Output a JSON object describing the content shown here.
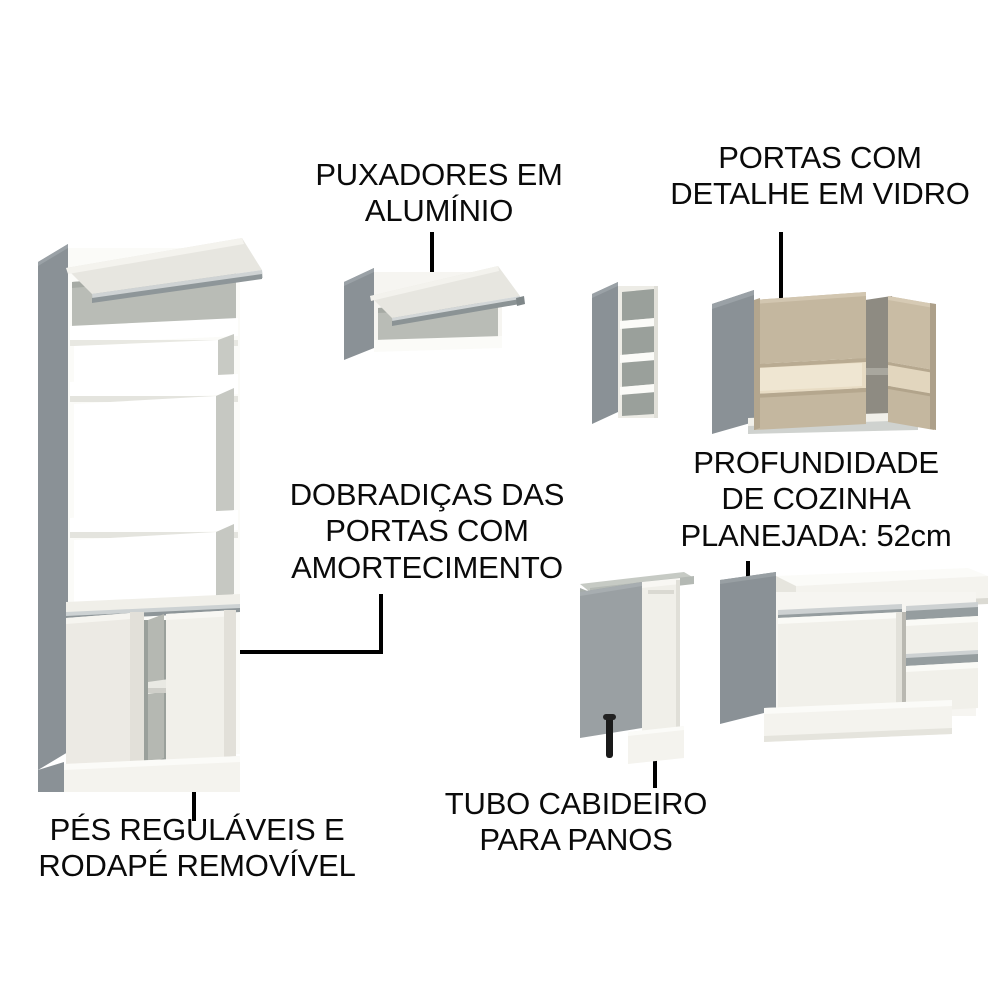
{
  "page": {
    "background": "#ffffff",
    "text_color": "#0a0a0a"
  },
  "callouts": [
    {
      "id": "handles",
      "name": "callout-puxadores",
      "text": "PUXADORES EM\nALUMÍNIO",
      "target": "wall-flip-cabinet"
    },
    {
      "id": "glass-doors",
      "name": "callout-portas-vidro",
      "text": "PORTAS COM\nDETALHE EM VIDRO",
      "target": "glass-wall-cabinet"
    },
    {
      "id": "hinges",
      "name": "callout-dobradicas",
      "text": "DOBRADIÇAS DAS\nPORTAS COM\nAMORTECIMENTO",
      "target": "pantry-door"
    },
    {
      "id": "depth",
      "name": "callout-profundidade",
      "text": "PROFUNDIDADE\nDE COZINHA\nPLANEJADA: 52cm",
      "target": "base-cabinet-large"
    },
    {
      "id": "feet",
      "name": "callout-pes-rodape",
      "text": "PÉS REGULÁVEIS E\nRODAPÉ REMOVÍVEL",
      "target": "pantry-plinth"
    },
    {
      "id": "towel-rail",
      "name": "callout-tubo-cabideiro",
      "text": "TUBO CABIDEIRO\nPARA PANOS",
      "target": "base-cabinet-narrow"
    }
  ],
  "colors": {
    "door_white": "#f2f1ec",
    "door_white_shade": "#e4e3dc",
    "carcass_white": "#fbfbf8",
    "side_grey": "#8a9196",
    "side_grey_dark": "#7d848a",
    "interior_grey": "#b9bcb6",
    "interior_dark": "#9aa09b",
    "glass_beige": "#c4b79f",
    "glass_beige_light": "#ded2ba",
    "glass_pane": "#e8dcc4",
    "aluminium": "#cfd3d4",
    "aluminium_dark": "#9fa6a8",
    "top_grey": "#aab0ae",
    "outline": "#b4b4ae",
    "leader_black": "#000000",
    "foot_black": "#1a1a1a"
  },
  "furniture": [
    {
      "id": "pantry",
      "name": "tall-pantry-cabinet",
      "label": "Torre quente / paneleiro com porta basculante, nichos e portas inferiores"
    },
    {
      "id": "wall-flip",
      "name": "wall-flip-cabinet",
      "label": "Armário aéreo basculante com puxador de alumínio"
    },
    {
      "id": "shelf-tower",
      "name": "narrow-shelf-tower",
      "label": "Nicho aéreo com quatro prateleiras"
    },
    {
      "id": "glass-wall",
      "name": "glass-wall-cabinet",
      "label": "Aéreo com portas com detalhe em vidro"
    },
    {
      "id": "base-narrow",
      "name": "base-cabinet-narrow",
      "label": "Balcão estreito com tubo cabideiro"
    },
    {
      "id": "base-large",
      "name": "base-cabinet-large",
      "label": "Balcão com porta e duas gavetas"
    }
  ]
}
